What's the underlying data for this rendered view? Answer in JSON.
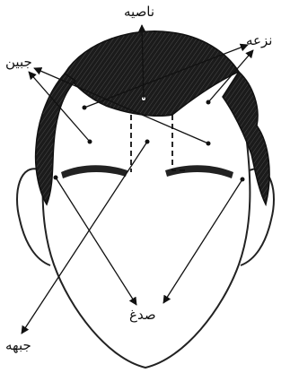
{
  "labels": {
    "nasiyeh": "ناصیه",
    "nazeh": "نزعه",
    "jabin": "جبین",
    "sudgh": "صدغ",
    "jebheh": "جبهه"
  },
  "colors": {
    "ink": "#111111",
    "hair": "#1b1b1b",
    "background": "#ffffff"
  }
}
